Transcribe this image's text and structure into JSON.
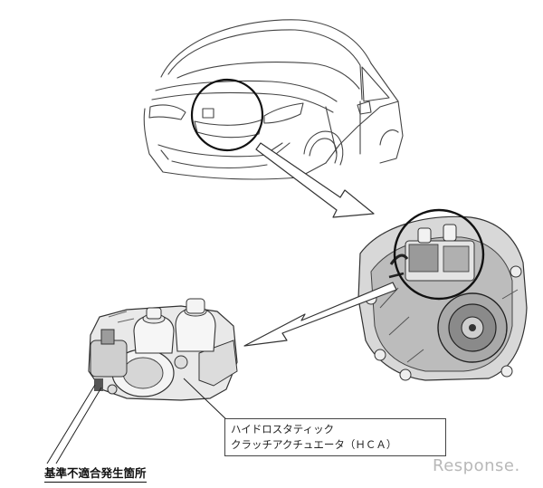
{
  "labels": {
    "hca_line1": "ハイドロスタティック",
    "hca_line2": "クラッチアクチュエータ（ＨＣＡ）",
    "defect_location": "基準不適合発生箇所"
  },
  "watermark": {
    "text": "Response."
  },
  "colors": {
    "line": "#333333",
    "watermark": "#b8b8b8",
    "body_fill": "#ffffff"
  }
}
